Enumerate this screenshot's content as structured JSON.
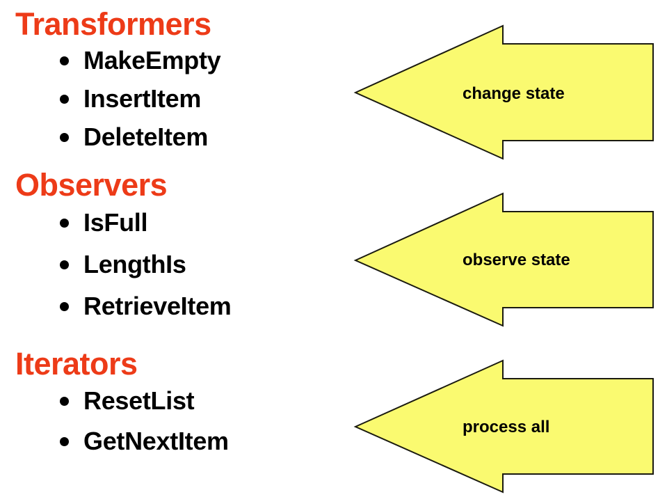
{
  "slide": {
    "background_color": "#FFFFFF",
    "heading_color": "#ED3B18",
    "body_text_color": "#000000",
    "arrow_fill_color": "#FAFA70",
    "arrow_stroke_color": "#000000"
  },
  "groups": [
    {
      "heading": "Transformers",
      "items": [
        {
          "label": "MakeEmpty"
        },
        {
          "label": "InsertItem"
        },
        {
          "label": "DeleteItem"
        }
      ]
    },
    {
      "heading": "Observers",
      "items": [
        {
          "label": "IsFull"
        },
        {
          "label": "LengthIs"
        },
        {
          "label": "RetrieveItem"
        }
      ]
    },
    {
      "heading": "Iterators",
      "items": [
        {
          "label": "ResetList"
        },
        {
          "label": "GetNextItem"
        }
      ]
    }
  ],
  "arrows": [
    {
      "label": "change state"
    },
    {
      "label": "observe state"
    },
    {
      "label": "process all"
    }
  ]
}
